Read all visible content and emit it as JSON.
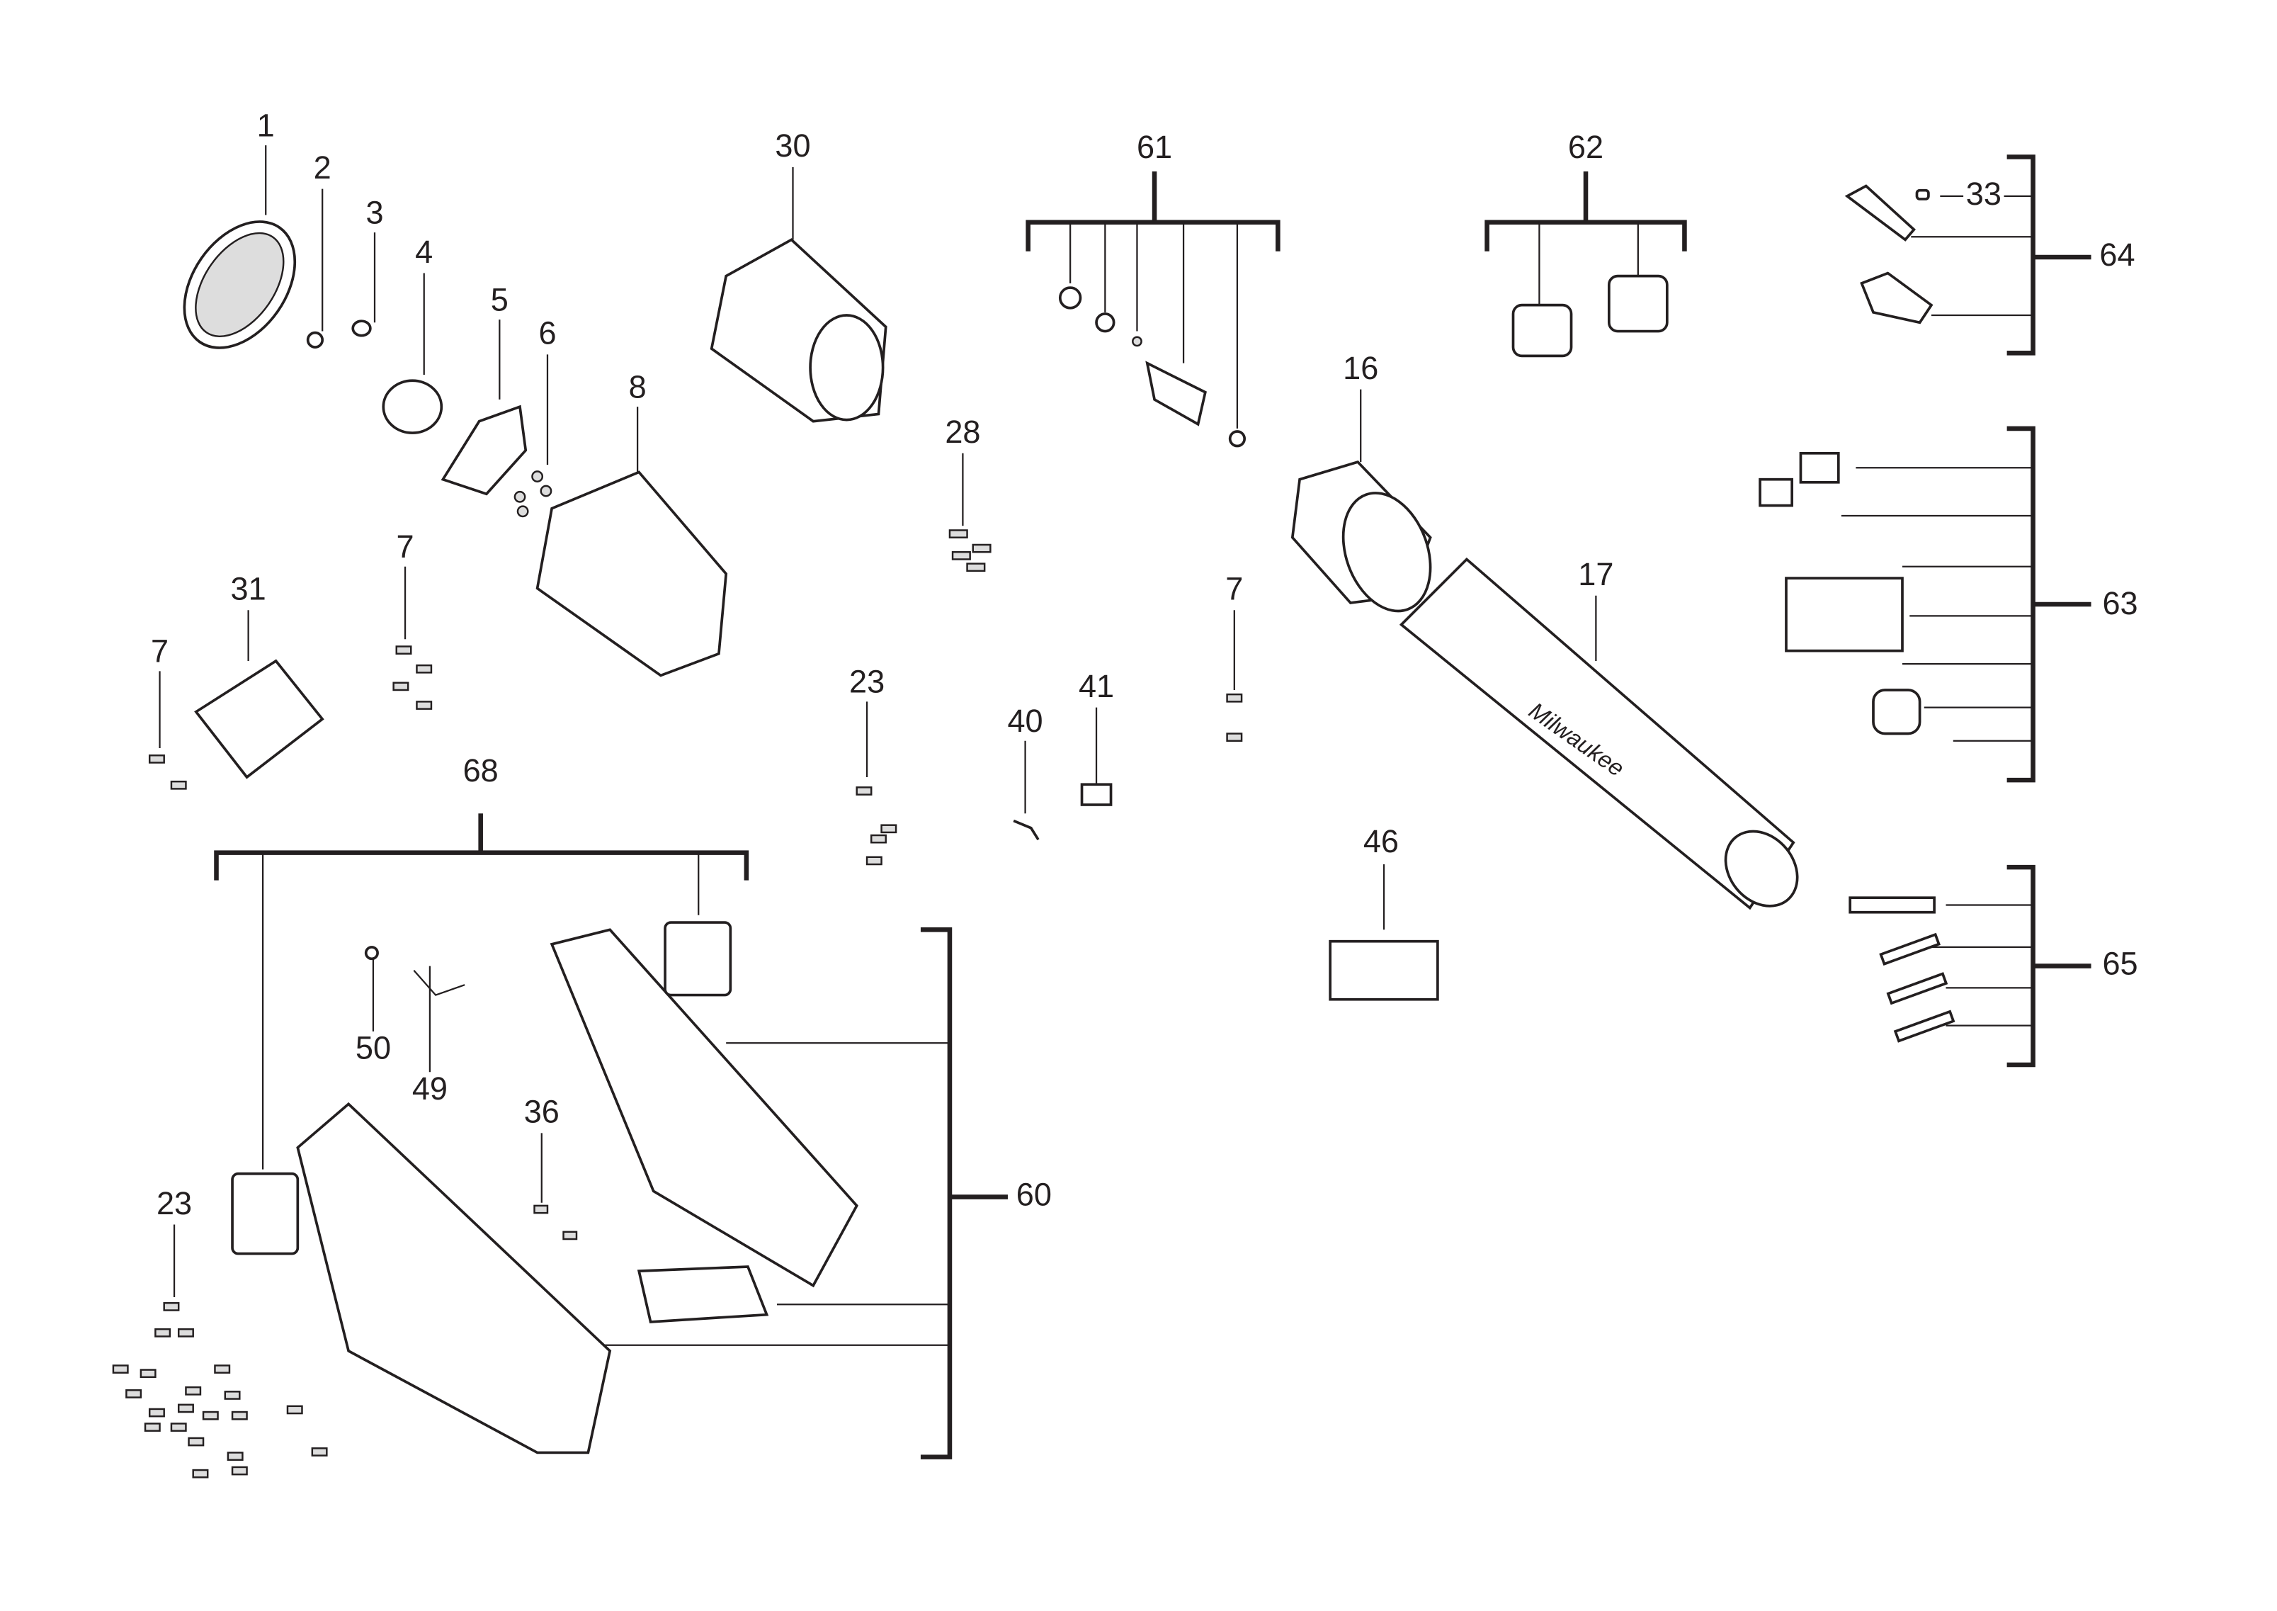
{
  "diagram": {
    "type": "exploded-parts-diagram",
    "callouts": [
      "1",
      "2",
      "3",
      "4",
      "5",
      "6",
      "8",
      "30",
      "61",
      "62",
      "33",
      "64",
      "16",
      "17",
      "28",
      "7",
      "31",
      "7",
      "7",
      "63",
      "23",
      "40",
      "41",
      "68",
      "46",
      "65",
      "50",
      "49",
      "36",
      "60",
      "23"
    ],
    "brand_mark_on_parts": "Milwaukee",
    "line_color": "#231f20",
    "background": "#ffffff"
  }
}
